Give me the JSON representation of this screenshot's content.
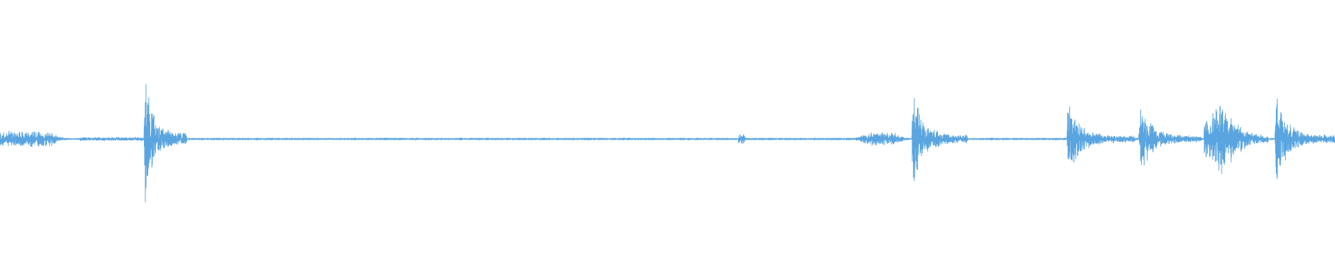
{
  "waveform": {
    "color": "#5aa5e0",
    "background": "#ffffff",
    "baseline_amplitude": 0.004,
    "noise_floor": 0.025,
    "segments": [
      {
        "start": 0.0,
        "end": 0.038,
        "amplitude": 0.08,
        "shape": "flat"
      },
      {
        "start": 0.038,
        "end": 0.06,
        "amplitude": 0.1,
        "shape": "decay"
      },
      {
        "start": 0.06,
        "end": 0.108,
        "amplitude": 0.02,
        "shape": "flat"
      },
      {
        "start": 0.108,
        "end": 0.14,
        "amplitude": 0.75,
        "shape": "decay"
      },
      {
        "start": 0.553,
        "end": 0.558,
        "amplitude": 0.05,
        "shape": "flat"
      },
      {
        "start": 0.64,
        "end": 0.68,
        "amplitude": 0.08,
        "shape": "swell"
      },
      {
        "start": 0.683,
        "end": 0.725,
        "amplitude": 0.52,
        "shape": "decay"
      },
      {
        "start": 0.799,
        "end": 0.85,
        "amplitude": 0.4,
        "shape": "decay"
      },
      {
        "start": 0.853,
        "end": 0.9,
        "amplitude": 0.4,
        "shape": "decay"
      },
      {
        "start": 0.902,
        "end": 0.95,
        "amplitude": 0.38,
        "shape": "swell-decay"
      },
      {
        "start": 0.955,
        "end": 1.0,
        "amplitude": 0.48,
        "shape": "decay"
      }
    ]
  }
}
